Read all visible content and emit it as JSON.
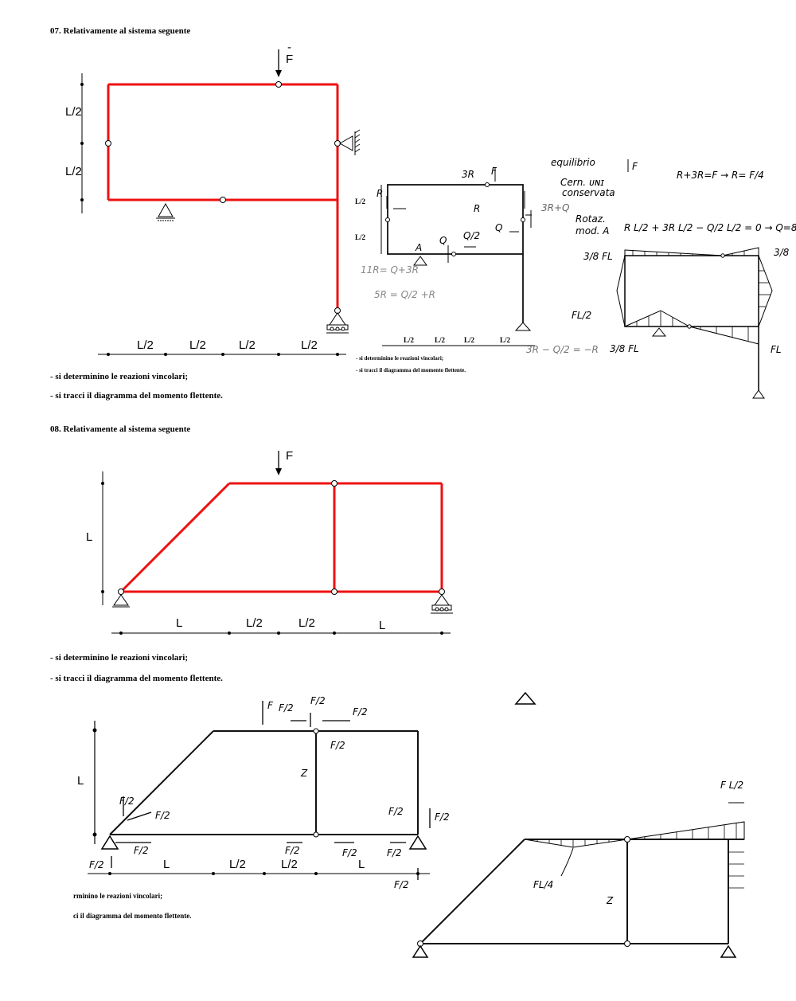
{
  "ex07": {
    "title": "07.   Relativamente al sistema seguente",
    "force": "F",
    "force_bar": "-",
    "dim_v": [
      "L/2",
      "L/2"
    ],
    "dim_h": [
      "L/2",
      "L/2",
      "L/2",
      "L/2"
    ],
    "task1": "- si determinino le reazioni vincolari;",
    "task2": "- si tracci il diagramma del momento flettente."
  },
  "ex07_solution": {
    "dim_v": [
      "L/2",
      "L/2"
    ],
    "dim_h": [
      "L/2",
      "L/2",
      "L/2",
      "L/2"
    ],
    "task1": "- si determinino le reazioni vincolari;",
    "task2": "- si tracci il diagramma del momento flettente.",
    "notes": {
      "equilibrio": "equilibrio",
      "cerniera": "Cern. ᴜɴɪ",
      "cerniera2": "conservata",
      "eq1": "R+3R=F → R= F/4",
      "rotaz": "Rotaz.",
      "rotaz2": "mod. A",
      "eq2": "R L/2 + 3R L/2 − Q/2 L/2 = 0 → Q=8",
      "r11": "11R= Q+3R",
      "r5": "5R = Q/2 +R",
      "r3": "3R −  Q/2 = −R",
      "m38a": "3/8 FL",
      "m38b": "3/8",
      "mfl2": "FL/2",
      "m38c": "3/8 FL",
      "mfl": "FL",
      "f": "F",
      "r3a": "3R",
      "r": "R",
      "a": "A",
      "q": "Q",
      "q2": "Q/2",
      "r3q": "3R+Q"
    }
  },
  "ex08": {
    "title": "08.   Relativamente al sistema seguente",
    "force": "F",
    "dim_v": "L",
    "dim_h": [
      "L",
      "L/2",
      "L/2",
      "L"
    ],
    "task1": "- si determinino le reazioni vincolari;",
    "task2": "- si tracci il diagramma del momento flettente."
  },
  "ex08_solution": {
    "dim_v": "L",
    "dim_h": [
      "L",
      "L/2",
      "L/2",
      "L"
    ],
    "task1": "rminino le reazioni vincolari;",
    "task2": "ci il diagramma del momento flettente.",
    "f_half": "F/2",
    "f": "F",
    "z": "Z",
    "fl4": "FL/4",
    "fl2": "F L/2"
  }
}
